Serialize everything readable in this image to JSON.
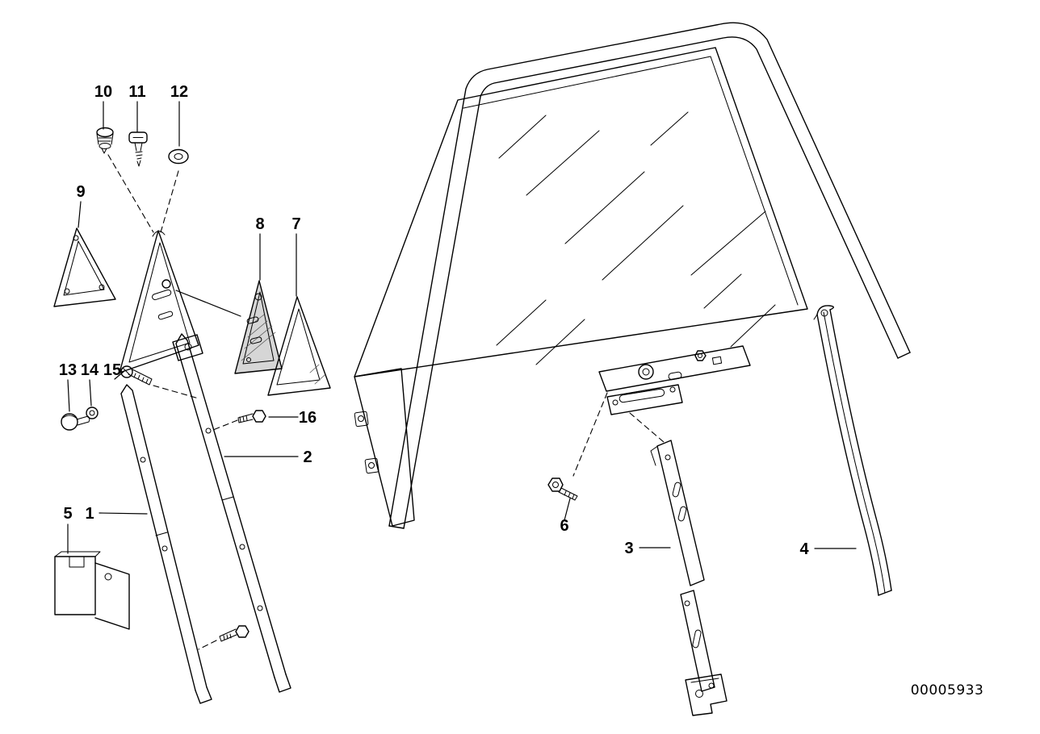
{
  "page": {
    "background_color": "#ffffff",
    "line_color": "#000000",
    "shade_color": "#d6d6d6"
  },
  "diagram": {
    "doc_number": "00005933",
    "callouts": {
      "c1": "1",
      "c2": "2",
      "c3": "3",
      "c4": "4",
      "c5": "5",
      "c6": "6",
      "c7": "7",
      "c8": "8",
      "c9": "9",
      "c10": "10",
      "c11": "11",
      "c12": "12",
      "c13": "13",
      "c14": "14",
      "c15": "15",
      "c16": "16"
    }
  }
}
